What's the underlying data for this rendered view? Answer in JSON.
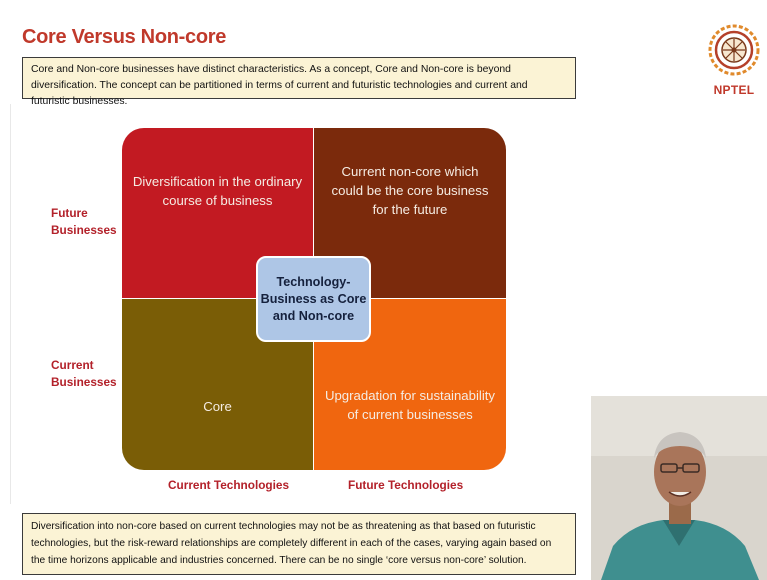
{
  "slide": {
    "title": "Core Versus Non-core",
    "intro": "Core and Non-core businesses have distinct characteristics.  As a concept, Core and Non-core is beyond diversification. The concept can be partitioned in terms of current and futuristic technologies and current and futuristic businesses.",
    "logo_text": "NPTEL",
    "matrix": {
      "top_left": "Diversification in the ordinary course of business",
      "top_right": "Current non-core which could be the core business for the future",
      "bottom_left": "Core",
      "bottom_right": "Upgradation for sustainability of current businesses",
      "center": "Technology-Business as Core and Non-core"
    },
    "axes": {
      "future_businesses": [
        "Future",
        "Businesses"
      ],
      "current_businesses": [
        "Current",
        "Businesses"
      ],
      "current_technologies": "Current Technologies",
      "future_technologies": "Future Technologies"
    },
    "conclusion": "Diversification into non-core based on current technologies may not be as threatening as that based on futuristic technologies, but the risk-reward relationships are completely different in each of the cases, varying again based on the time horizons applicable and industries concerned. There can be no single ‘core versus non-core’ solution."
  },
  "colors": {
    "title": "#c0392b",
    "top_left": "#c21a22",
    "top_right": "#7b2a0c",
    "bottom_left": "#7a5d06",
    "bottom_right": "#f0660f",
    "center": "#aec6e6",
    "text_box": "#fbf3d5"
  }
}
